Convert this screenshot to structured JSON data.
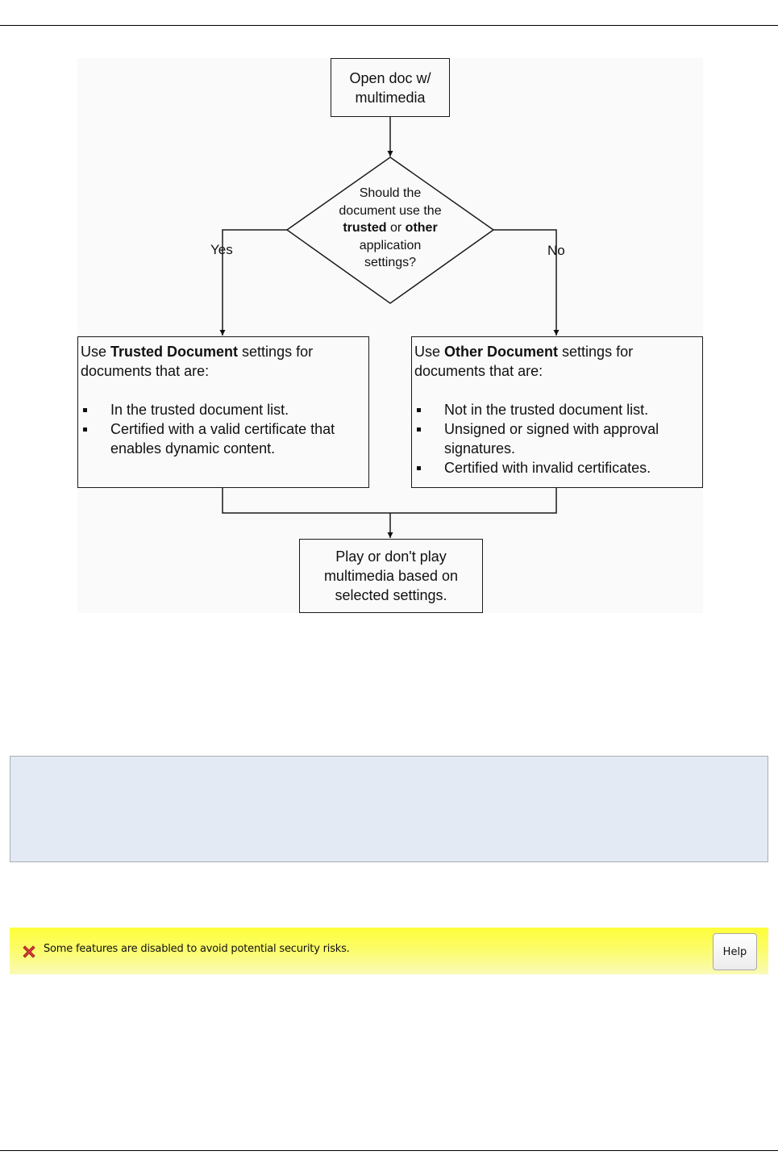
{
  "flowchart": {
    "start": "Open doc w/ multimedia",
    "decision": {
      "line1": "Should the",
      "line2": "document use the",
      "bold1": "trusted",
      "mid": " or ",
      "bold2": "other",
      "line4": "application",
      "line5": "settings?"
    },
    "yes_label": "Yes",
    "no_label": "No",
    "trusted_box": {
      "prefix": "Use ",
      "bold": "Trusted Document",
      "suffix": " settings for documents that are:",
      "items": [
        "In the trusted document list.",
        "Certified with a valid certificate that enables dynamic content."
      ]
    },
    "other_box": {
      "prefix": "Use ",
      "bold": "Other Document",
      "suffix": " settings for documents that are:",
      "items": [
        "Not in the trusted document list.",
        "Unsigned or signed with approval signatures.",
        "Certified with invalid certificates."
      ]
    },
    "end": "Play or don't play multimedia based on selected settings."
  },
  "security_bar": {
    "icon": "red-x-icon",
    "message": "Some features are disabled to avoid potential security risks.",
    "help_label": "Help"
  },
  "colors": {
    "note_background": "#e3eaf3",
    "bar_yellow": "#fefe3a",
    "icon_red": "#d83a3a"
  }
}
